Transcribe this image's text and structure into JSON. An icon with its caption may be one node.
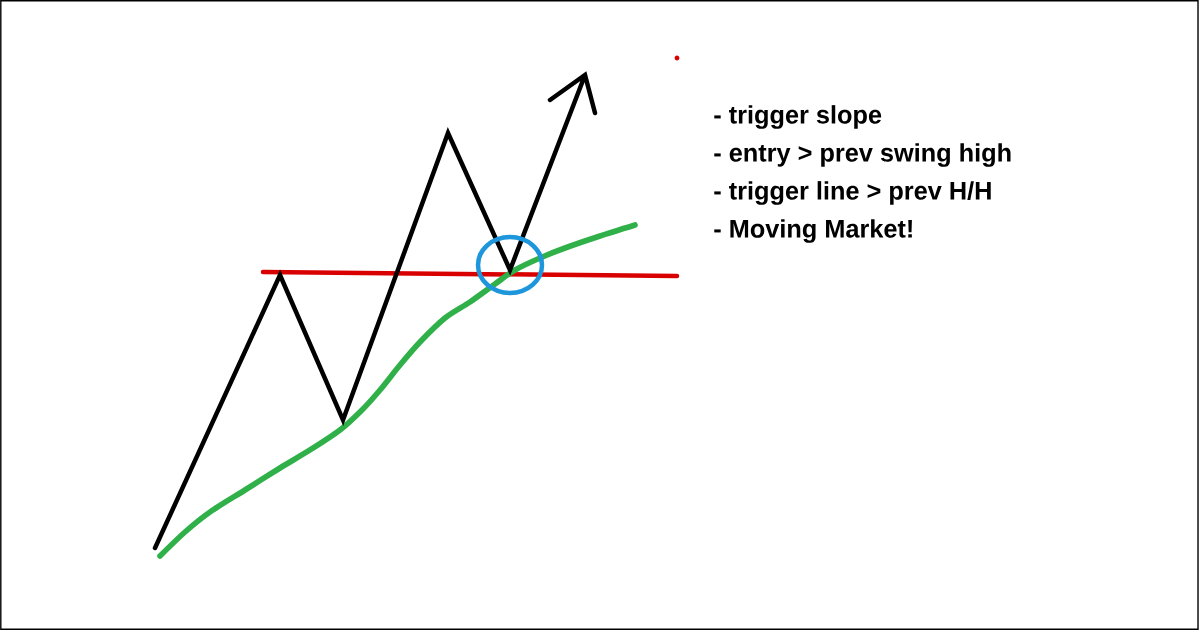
{
  "diagram": {
    "labels": [
      "- trigger slope",
      "- entry > prev swing high",
      "- trigger line > prev H/H",
      "- Moving Market!"
    ]
  }
}
